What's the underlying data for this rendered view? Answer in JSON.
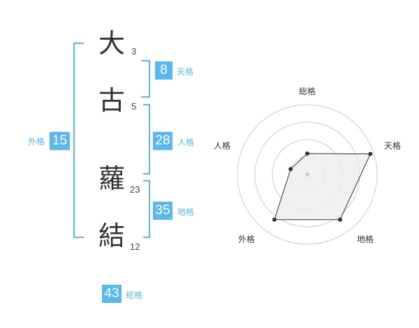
{
  "name_chars": [
    {
      "char": "大",
      "strokes": "3"
    },
    {
      "char": "古",
      "strokes": "5"
    },
    {
      "char": "蘿",
      "strokes": "23"
    },
    {
      "char": "結",
      "strokes": "12"
    }
  ],
  "fortunes": {
    "tenkaku": {
      "value": "8",
      "label": "天格"
    },
    "jinkaku": {
      "value": "28",
      "label": "人格"
    },
    "chikaku": {
      "value": "35",
      "label": "地格"
    },
    "gaikaku": {
      "value": "15",
      "label": "外格"
    },
    "soukaku": {
      "value": "43",
      "label": "総格"
    }
  },
  "radar": {
    "axes": [
      "総格",
      "天格",
      "地格",
      "外格",
      "人格"
    ],
    "values": [
      0.3,
      0.95,
      0.8,
      0.8,
      0.25
    ],
    "max_rings": 4,
    "fill_color": "#eeeeee",
    "line_color": "#333333"
  },
  "colors": {
    "accent": "#5ab8f0"
  }
}
